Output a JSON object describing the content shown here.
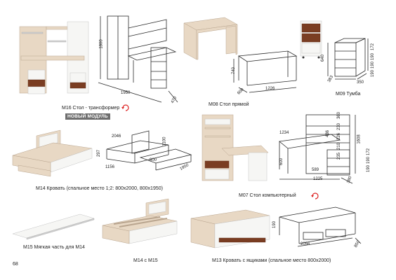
{
  "page_number": "68",
  "badge": "НОВЫЙ МОДУЛЬ",
  "products": {
    "m16": {
      "caption": "M16 Стол - трансформер",
      "dims": [
        "1800",
        "1950",
        "470"
      ]
    },
    "m08": {
      "caption": "M08 Стол прямой",
      "dims": [
        "740",
        "600",
        "1226"
      ]
    },
    "m09": {
      "caption": "M09 Тумба",
      "dims": [
        "640",
        "383",
        "350",
        "172",
        "190",
        "190",
        "190"
      ]
    },
    "m14": {
      "caption": "M14 Кровать (спальное место 1;2: 800х2000, 800х1950)",
      "dims": [
        "2046",
        "1100",
        "1156",
        "800",
        "1950",
        "297"
      ]
    },
    "m07": {
      "caption": "M07 Стол компьютерный",
      "dims": [
        "1234",
        "1608",
        "360",
        "600",
        "589",
        "1225",
        "380",
        "436",
        "230",
        "226",
        "210",
        "190",
        "190",
        "172",
        "235"
      ]
    },
    "m15": {
      "caption": "M15 Мягкая часть для M14"
    },
    "m14m15": {
      "caption": "M14 с M15"
    },
    "m13": {
      "caption": "M13 Кровать с ящиками (спальное место 800х2000)",
      "dims": [
        "190",
        "2056",
        "850"
      ]
    }
  }
}
